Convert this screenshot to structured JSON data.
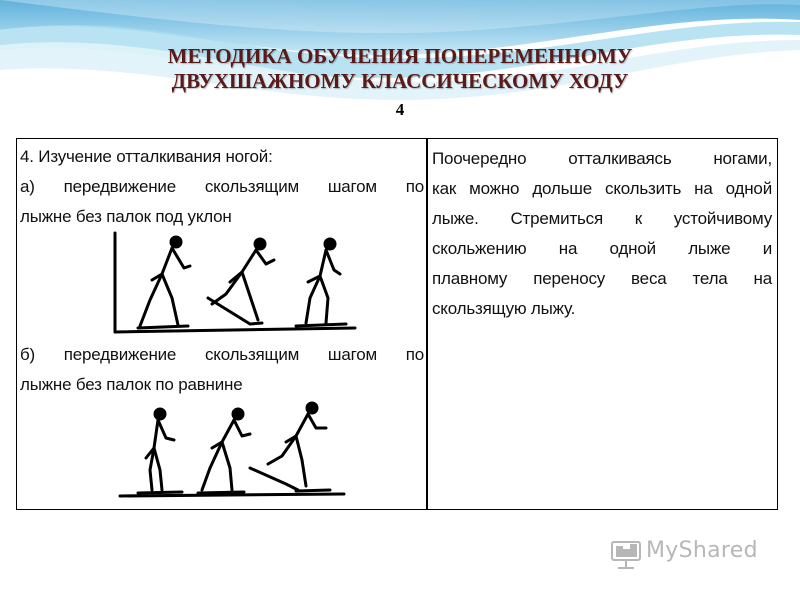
{
  "slide": {
    "title_line1": "МЕТОДИКА ОБУЧЕНИЯ ПОПЕРЕМЕННОМУ",
    "title_line2": "ДВУХШАЖНОМУ КЛАССИЧЕСКОМУ ХОДУ",
    "number": "4"
  },
  "table": {
    "left": {
      "heading": "4. Изучение отталкивания ногой:",
      "item_a_line1": "а) передвижение скользящим шагом по",
      "item_a_line2": "лыжне без палок под уклон",
      "item_b_line1": "б) передвижение скользящим шагом по",
      "item_b_line2": "лыжне без палок по равнине"
    },
    "right": {
      "lines": [
        "Поочередно отталкиваясь ногами,",
        "как можно дольше скользить на одной",
        "лыже. Стремиться к устойчивому",
        "скольжению на одной лыже и",
        "плавному переносу веса тела на",
        "скользящую лыжу."
      ]
    }
  },
  "watermark": {
    "brand": "MyShared",
    "icon": "projector-screen-icon"
  },
  "colors": {
    "title": "#5a1a1a",
    "wave_blue": "#7ec3e3",
    "watermark": "#b7b7b7"
  }
}
